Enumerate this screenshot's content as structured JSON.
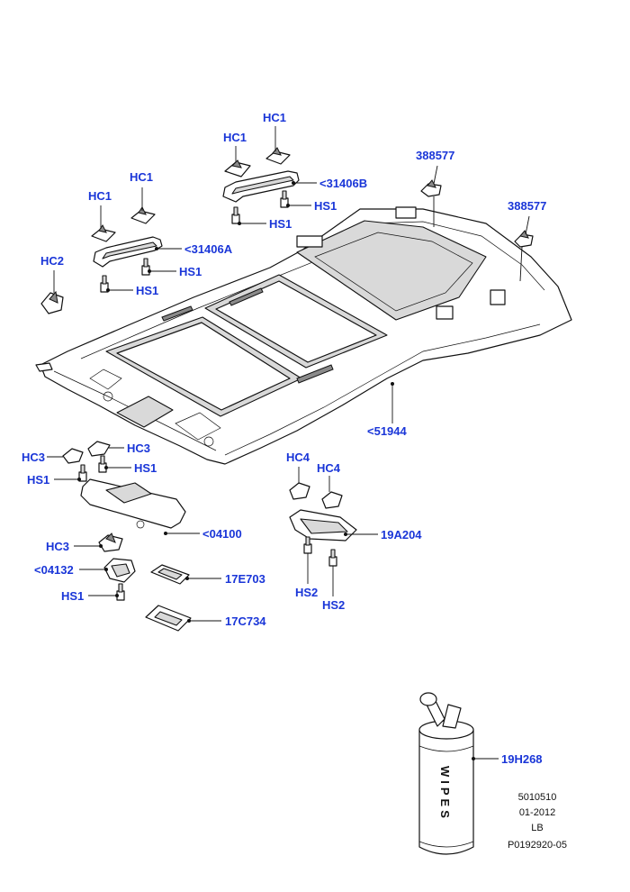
{
  "colors": {
    "callout_text": "#1a36d8",
    "ink": "#111111"
  },
  "callouts": {
    "hc1_a": "HC1",
    "hc1_b": "HC1",
    "hc1_c": "HC1",
    "hc1_d": "HC1",
    "part_31406b": "<31406B",
    "hs1_a": "HS1",
    "hs1_b": "HS1",
    "part_31406a": "<31406A",
    "hc2": "HC2",
    "hs1_c": "HS1",
    "hs1_d": "HS1",
    "part_388577_a": "388577",
    "part_388577_b": "388577",
    "part_51944": "<51944",
    "hc3_a": "HC3",
    "hc3_b": "HC3",
    "hs1_e": "HS1",
    "hs1_f": "HS1",
    "part_04100": "<04100",
    "hc3_c": "HC3",
    "part_04132": "<04132",
    "hs1_g": "HS1",
    "part_17e703": "17E703",
    "part_17c734": "17C734",
    "hc4_a": "HC4",
    "hc4_b": "HC4",
    "part_19a204": "19A204",
    "hs2_a": "HS2",
    "hs2_b": "HS2",
    "part_19h268": "19H268"
  },
  "wipes_label": "WIPES",
  "footer": {
    "line1": "5010510",
    "line2": "01-2012",
    "line3": "LB",
    "line4": "P0192920-05"
  }
}
